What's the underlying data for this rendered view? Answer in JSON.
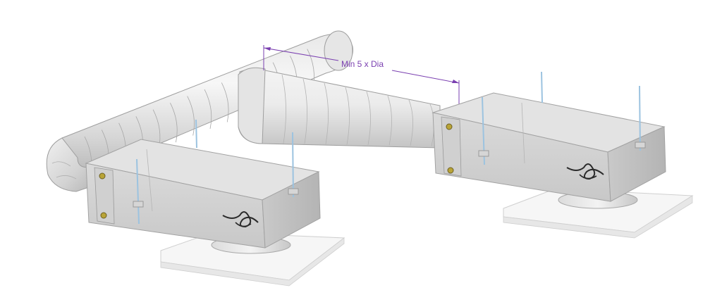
{
  "dimension": {
    "label": "Min 5 x Dia",
    "color": "#7a3fb0"
  },
  "colors": {
    "duct_light": "#f2f2f2",
    "duct_mid": "#d8d8d8",
    "duct_dark": "#a9a9a9",
    "box_top": "#e2e2e2",
    "box_front": "#d3d3d3",
    "box_side": "#bdbdbd",
    "plenum": "#f7f7f7",
    "plenum_edge": "#cfcfcf",
    "rod": "#9cc3e0",
    "cable": "#2a2a2a",
    "bracket": "#c9c9c9",
    "gauge": "#b9a437"
  },
  "units": [
    {
      "id": "left",
      "icons": [
        "hanger-rod-icon",
        "access-panel-icon",
        "cable-icon",
        "diffuser-plenum-icon"
      ]
    },
    {
      "id": "right",
      "icons": [
        "hanger-rod-icon",
        "access-panel-icon",
        "cable-icon",
        "diffuser-plenum-icon"
      ]
    }
  ]
}
